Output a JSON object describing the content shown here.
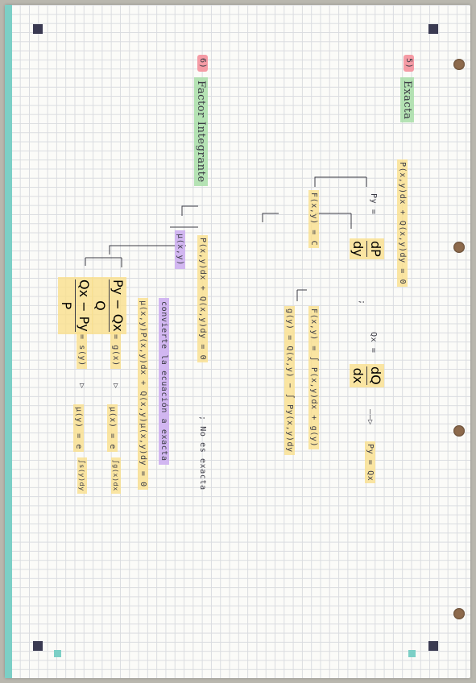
{
  "sec5": {
    "number": "5)",
    "title": "Exacta",
    "eq": "P(x,y)dx + Q(x,y)dy = 0",
    "py_num": "Py =",
    "py_den": "",
    "dp_num": "dP",
    "dp_den": "dy",
    "comma": ";",
    "qx_num": "Qx =",
    "dq_num": "dQ",
    "dq_den": "dx",
    "arrow": "——▷",
    "cond": "Py = Qx",
    "F_eq": "F(x,y) = C",
    "F_int": "F(x,y) = ∫ P(x,y)dx + g(y)",
    "g_eq": "g(y) = Q(x,y) − ∫ Py(x,y)dy"
  },
  "sec6": {
    "number": "6)",
    "title": "Factor Integrante",
    "eq": "P(x,y)dx + Q(x,y)dy = 0",
    "note": "; No es exacta",
    "mu": "μ(x,y)",
    "convert": "convierte la ecuación a exacta",
    "mu_eq": "μ(x,y)P(x,y)dx + Q(x,y)μ(x,y)dy = 0",
    "fx_num": "Py − Qx",
    "fx_den": "Q",
    "fx_res": "= g(x)",
    "fx_arrow": "▷",
    "fx_mu": "μ(x) = e",
    "fx_exp": "∫g(x)dx",
    "fy_num": "Qx − Py",
    "fy_den": "P",
    "fy_res": "= s(y)",
    "fy_arrow": "▷",
    "fy_mu": "μ(y) = e",
    "fy_exp": "∫s(y)dy"
  }
}
